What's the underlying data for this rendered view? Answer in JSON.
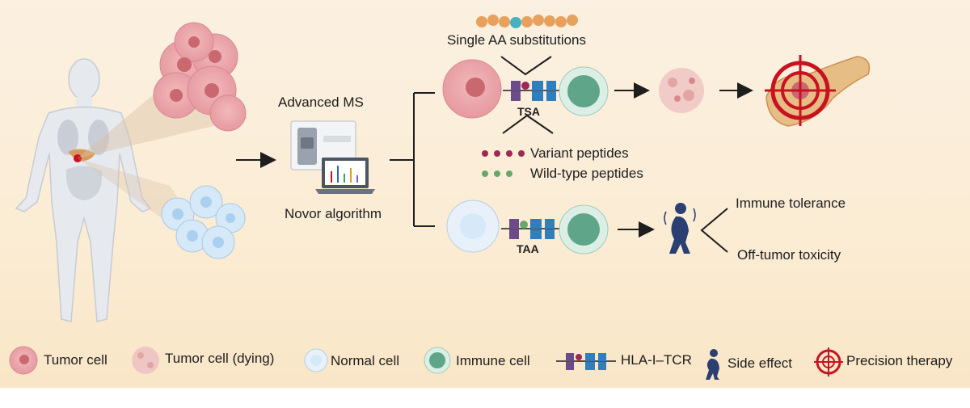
{
  "labels": {
    "single_aa": "Single AA substitutions",
    "advanced_ms": "Advanced MS",
    "novor": "Novor algorithm",
    "tsa": "TSA",
    "taa": "TAA",
    "variant_peptides": "Variant peptides",
    "wildtype_peptides": "Wild-type peptides",
    "immune_tolerance": "Immune tolerance",
    "off_tumor_toxicity": "Off-tumor toxicity"
  },
  "legend": [
    {
      "label": "Tumor cell",
      "icon": "tumor-cell-icon"
    },
    {
      "label": "Tumor cell (dying)",
      "icon": "dying-tumor-cell-icon"
    },
    {
      "label": "Normal cell",
      "icon": "normal-cell-icon"
    },
    {
      "label": "Immune cell",
      "icon": "immune-cell-icon"
    },
    {
      "label": "HLA-I–TCR",
      "icon": "hla-tcr-icon"
    },
    {
      "label": "Side effect",
      "icon": "side-effect-icon"
    },
    {
      "label": "Precision therapy",
      "icon": "precision-therapy-icon"
    }
  ],
  "colors": {
    "background": "#fbf0e1",
    "tumor": "#e8a0a4",
    "tumor_nucleus": "#c9686f",
    "normal": "#d6e9f8",
    "normal_nucleus": "#a9d0ef",
    "immune": "#bfdcd1",
    "immune_nucleus": "#5ea58a",
    "variant_dot": "#9c2a55",
    "wildtype_dot": "#66a86a",
    "target_red": "#c8121f",
    "figure_blue": "#2b3f73"
  }
}
